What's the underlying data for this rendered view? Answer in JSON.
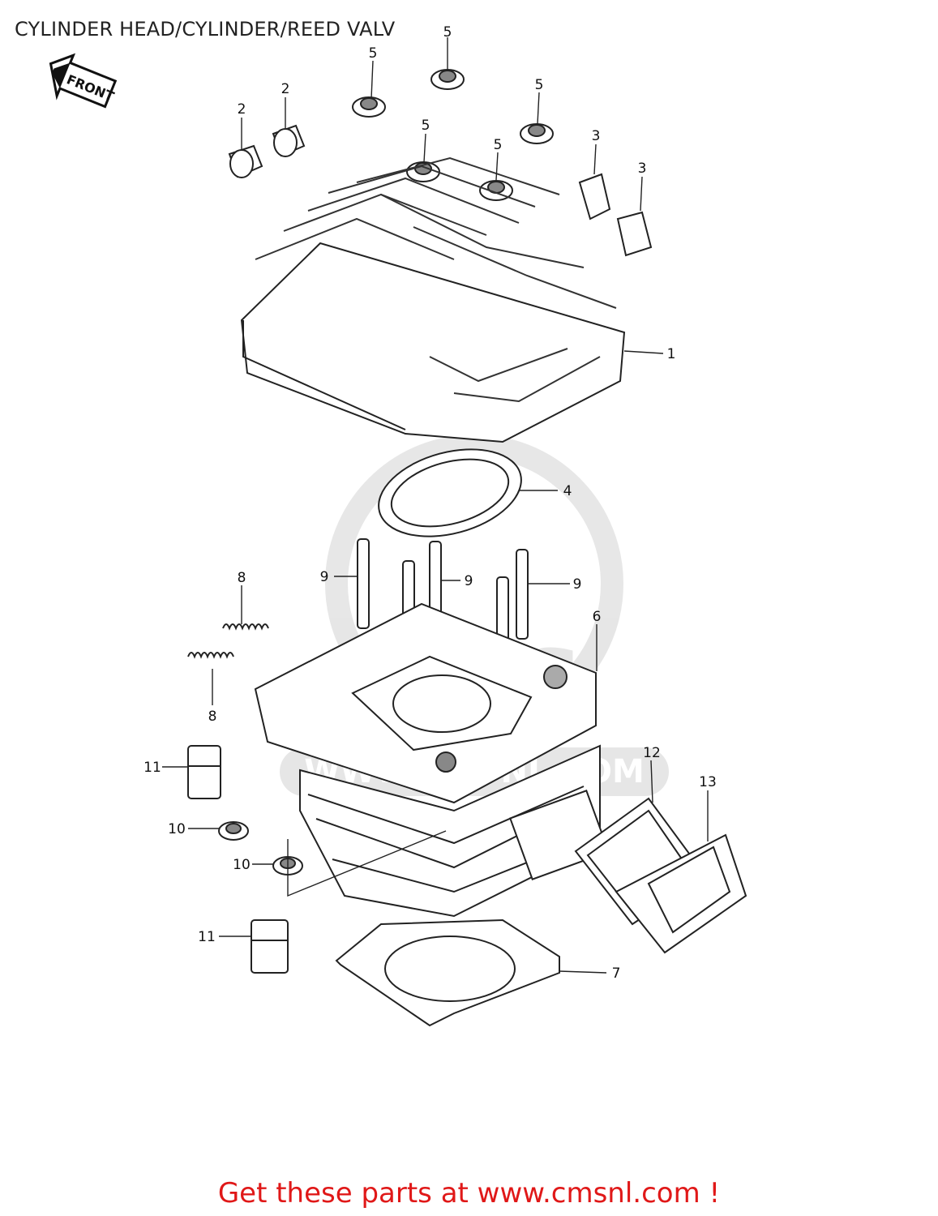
{
  "title": "CYLINDER HEAD/CYLINDER/REED VALV",
  "front_label": "FRONT",
  "watermark": {
    "brand": "CMS",
    "url": "WWW.CMSNL.COM"
  },
  "callouts": [
    {
      "id": "c1",
      "text": "1"
    },
    {
      "id": "c2a",
      "text": "2"
    },
    {
      "id": "c2b",
      "text": "2"
    },
    {
      "id": "c3a",
      "text": "3"
    },
    {
      "id": "c3b",
      "text": "3"
    },
    {
      "id": "c4",
      "text": "4"
    },
    {
      "id": "c5a",
      "text": "5"
    },
    {
      "id": "c5b",
      "text": "5"
    },
    {
      "id": "c5c",
      "text": "5"
    },
    {
      "id": "c5d",
      "text": "5"
    },
    {
      "id": "c5e",
      "text": "5"
    },
    {
      "id": "c6",
      "text": "6"
    },
    {
      "id": "c7",
      "text": "7"
    },
    {
      "id": "c8a",
      "text": "8"
    },
    {
      "id": "c8b",
      "text": "8"
    },
    {
      "id": "c9a",
      "text": "9"
    },
    {
      "id": "c9b",
      "text": "9"
    },
    {
      "id": "c9c",
      "text": "9"
    },
    {
      "id": "c10a",
      "text": "10"
    },
    {
      "id": "c10b",
      "text": "10"
    },
    {
      "id": "c11a",
      "text": "11"
    },
    {
      "id": "c11b",
      "text": "11"
    },
    {
      "id": "c12",
      "text": "12"
    },
    {
      "id": "c13",
      "text": "13"
    }
  ],
  "footer": "Get these parts at www.cmsnl.com !"
}
